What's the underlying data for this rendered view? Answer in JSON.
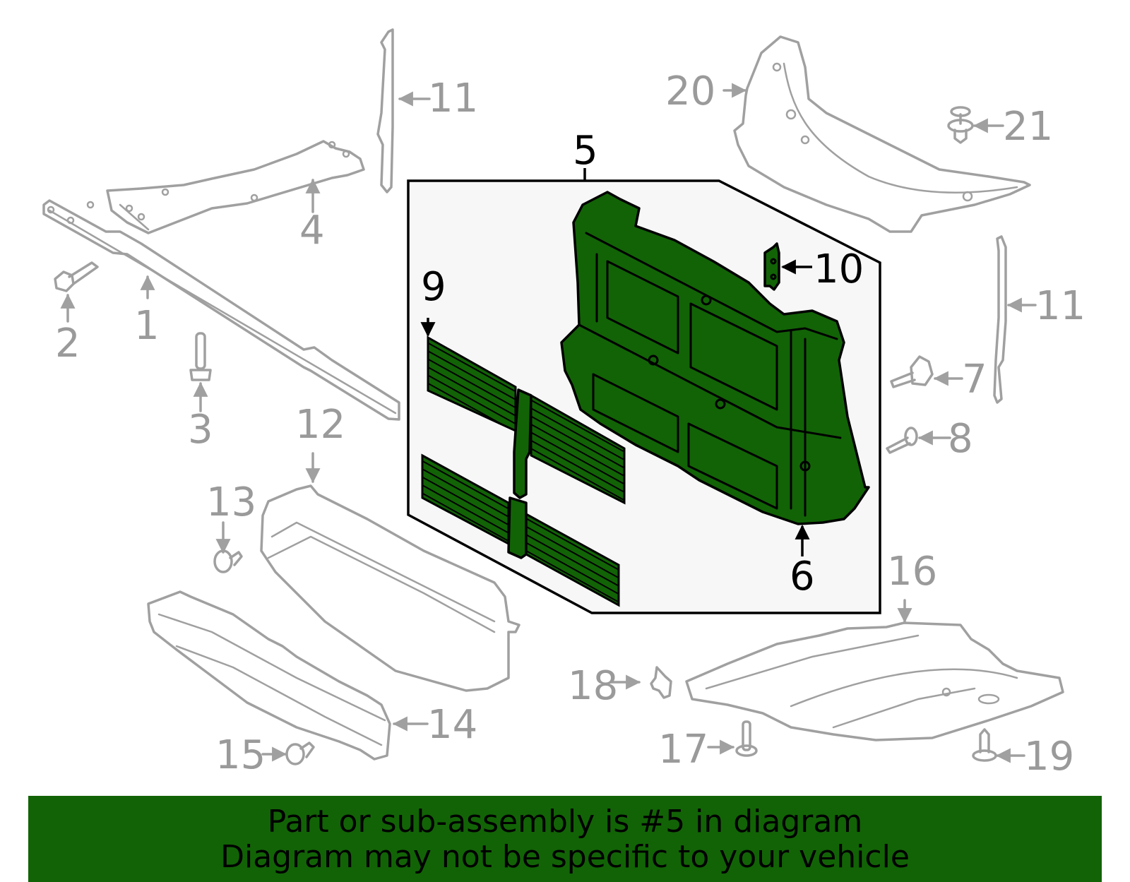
{
  "diagram": {
    "highlight_color": "#126306",
    "outline_color": "#a0a0a0",
    "callouts": [
      {
        "id": "1",
        "label": "1",
        "color": "gray"
      },
      {
        "id": "2",
        "label": "2",
        "color": "gray"
      },
      {
        "id": "3",
        "label": "3",
        "color": "gray"
      },
      {
        "id": "4",
        "label": "4",
        "color": "gray"
      },
      {
        "id": "5",
        "label": "5",
        "color": "black"
      },
      {
        "id": "6",
        "label": "6",
        "color": "black"
      },
      {
        "id": "7",
        "label": "7",
        "color": "gray"
      },
      {
        "id": "8",
        "label": "8",
        "color": "gray"
      },
      {
        "id": "9",
        "label": "9",
        "color": "black"
      },
      {
        "id": "10",
        "label": "10",
        "color": "black"
      },
      {
        "id": "11a",
        "label": "11",
        "color": "gray"
      },
      {
        "id": "11b",
        "label": "11",
        "color": "gray"
      },
      {
        "id": "12",
        "label": "12",
        "color": "gray"
      },
      {
        "id": "13",
        "label": "13",
        "color": "gray"
      },
      {
        "id": "14",
        "label": "14",
        "color": "gray"
      },
      {
        "id": "15",
        "label": "15",
        "color": "gray"
      },
      {
        "id": "16",
        "label": "16",
        "color": "gray"
      },
      {
        "id": "17",
        "label": "17",
        "color": "gray"
      },
      {
        "id": "18",
        "label": "18",
        "color": "gray"
      },
      {
        "id": "19",
        "label": "19",
        "color": "gray"
      },
      {
        "id": "20",
        "label": "20",
        "color": "gray"
      },
      {
        "id": "21",
        "label": "21",
        "color": "gray"
      }
    ]
  },
  "banner": {
    "line1": "Part or sub-assembly is #5 in diagram",
    "line2": "Diagram may not be specific to your vehicle",
    "background": "#126306"
  }
}
